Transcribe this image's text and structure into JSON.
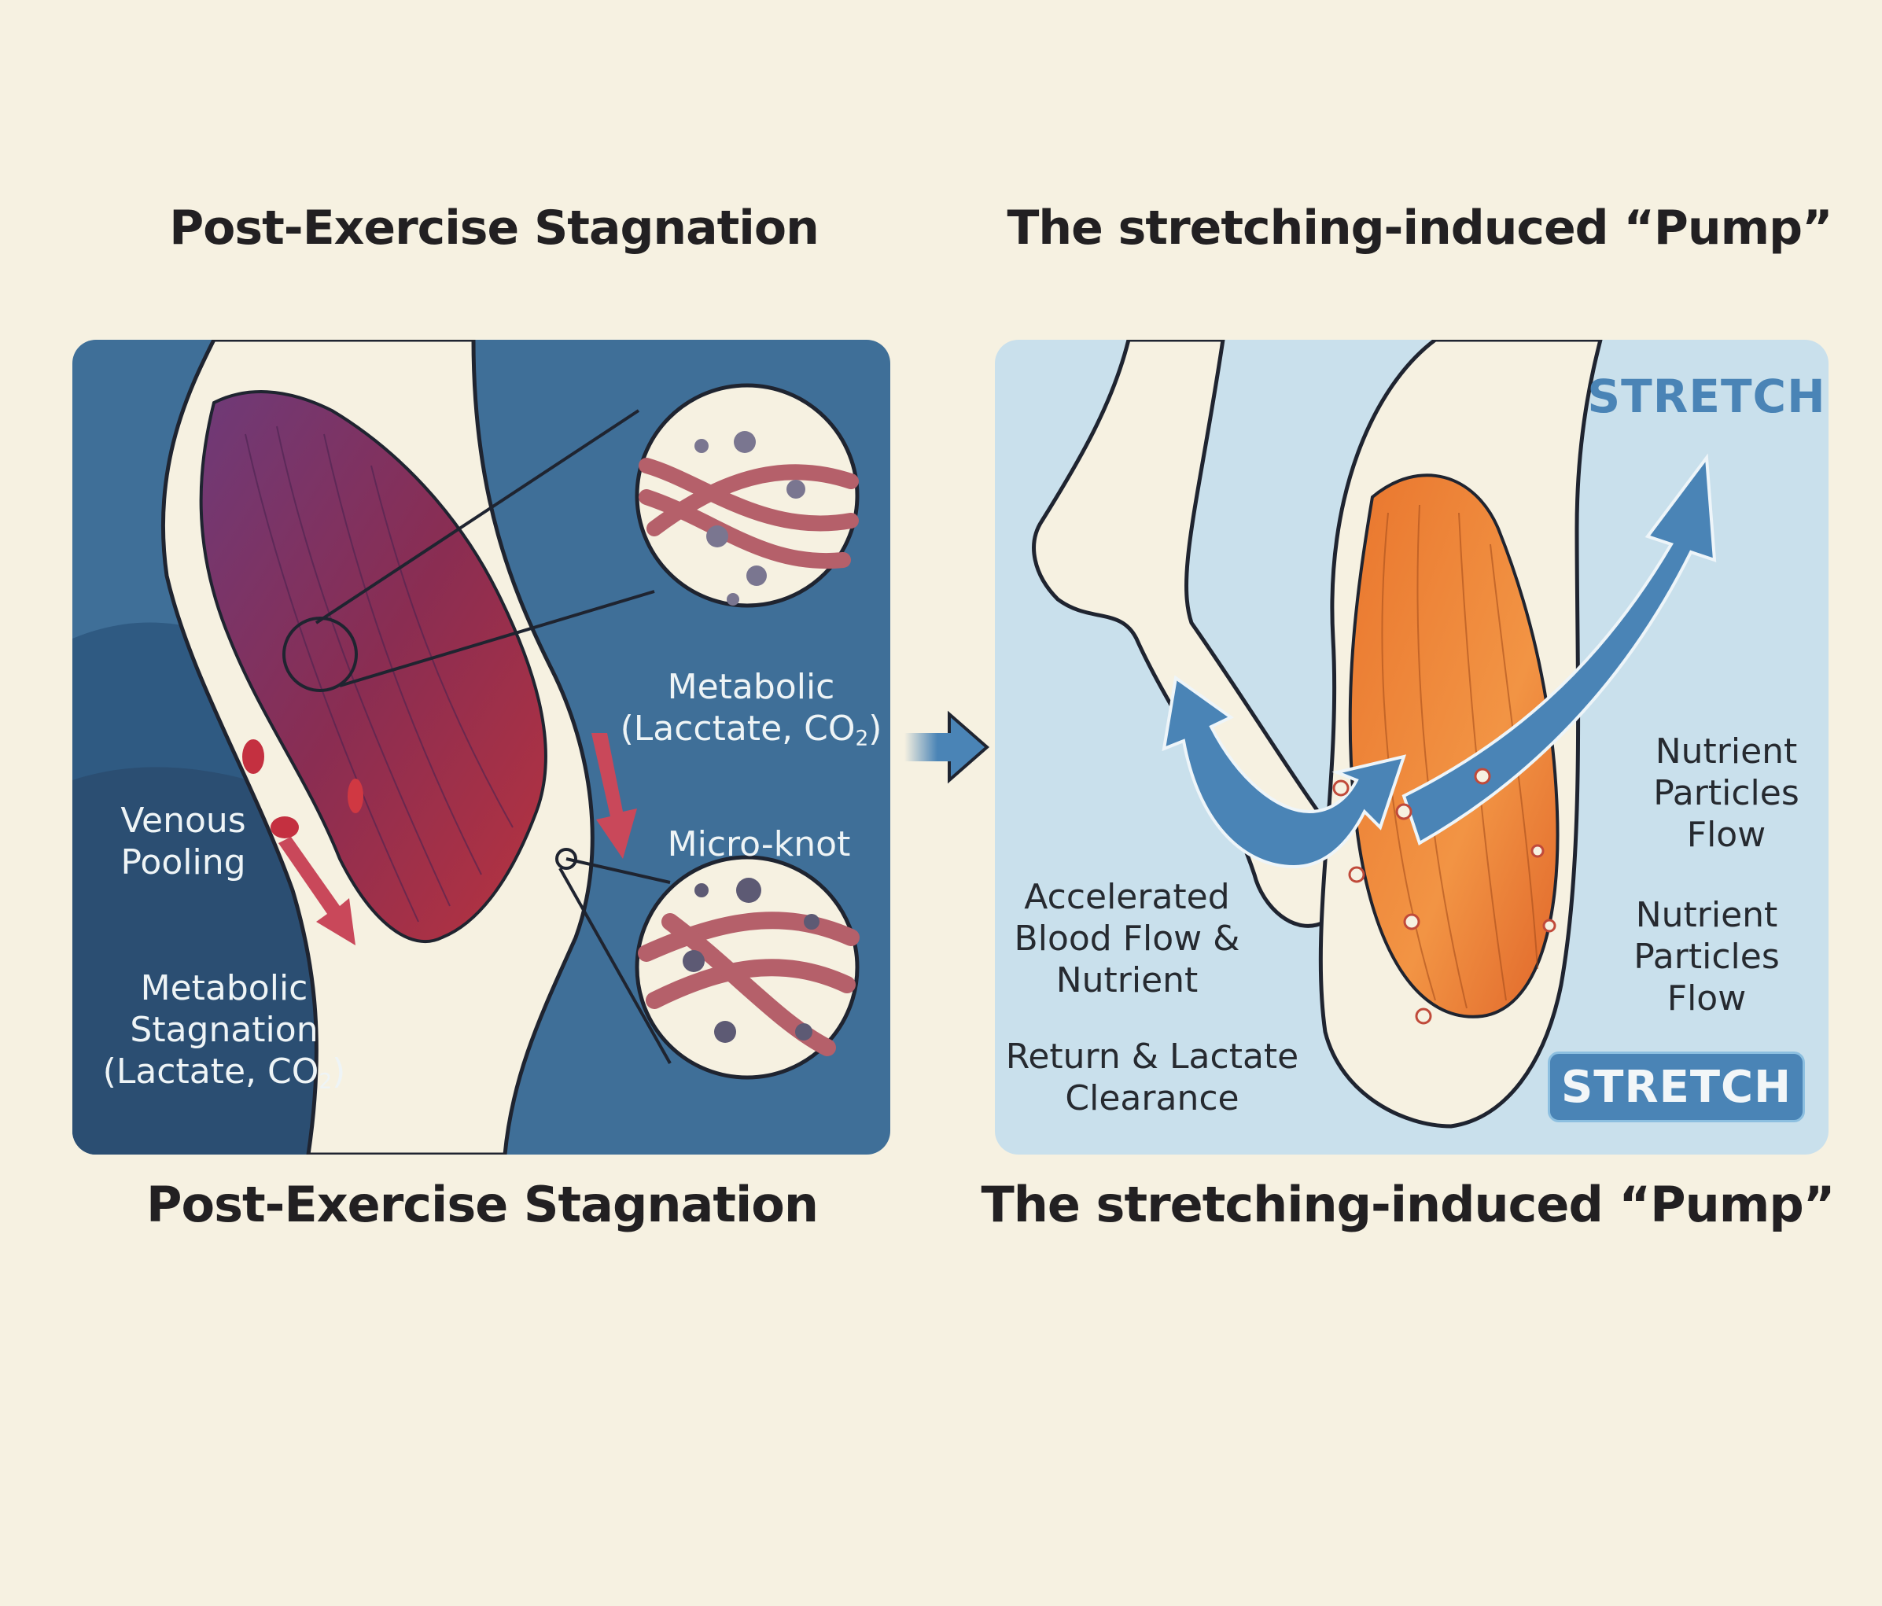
{
  "left": {
    "title_top": "Post-Exercise Stagnation",
    "title_bottom": "Post-Exercise Stagnation",
    "labels": {
      "metabolic_line1": "Metabolic",
      "metabolic_line2_prefix": "(Lacctate, CO",
      "metabolic_line2_sub": "2",
      "metabolic_line2_suffix": ")",
      "micro_knot": "Micro-knot",
      "venous_line1": "Venous",
      "venous_line2": "Pooling",
      "stagnation_line1": "Metabolic",
      "stagnation_line2": "Stagnation",
      "stagnation_line3_prefix": "(Lactate, CO",
      "stagnation_line3_sub": "2",
      "stagnation_line3_suffix": ")"
    },
    "colors": {
      "panel": "#3f6f98",
      "pool": "#2b4e72",
      "muscle": "#7a2f5e",
      "arrow": "#c9485a"
    }
  },
  "right": {
    "title_top": "The stretching-induced “Pump”",
    "title_bottom": "The stretching-induced “Pump”",
    "stretch_label": "STRETCH",
    "stretch_button": "STRETCH",
    "labels": {
      "nutrient1_line1": "Nutrient",
      "nutrient1_line2": "Particles",
      "nutrient1_line3": "Flow",
      "nutrient2_line1": "Nutrient",
      "nutrient2_line2": "Particles",
      "nutrient2_line3": "Flow",
      "accel_line1": "Accelerated",
      "accel_line2": "Blood Flow &",
      "accel_line3": "Nutrient",
      "return_line1": "Return & Lactate",
      "return_line2": "Clearance"
    },
    "colors": {
      "panel": "#c9e0ec",
      "muscle": "#ef8a3a",
      "arrow": "#4a84b6"
    }
  },
  "transition_arrow": "right-arrow-icon"
}
